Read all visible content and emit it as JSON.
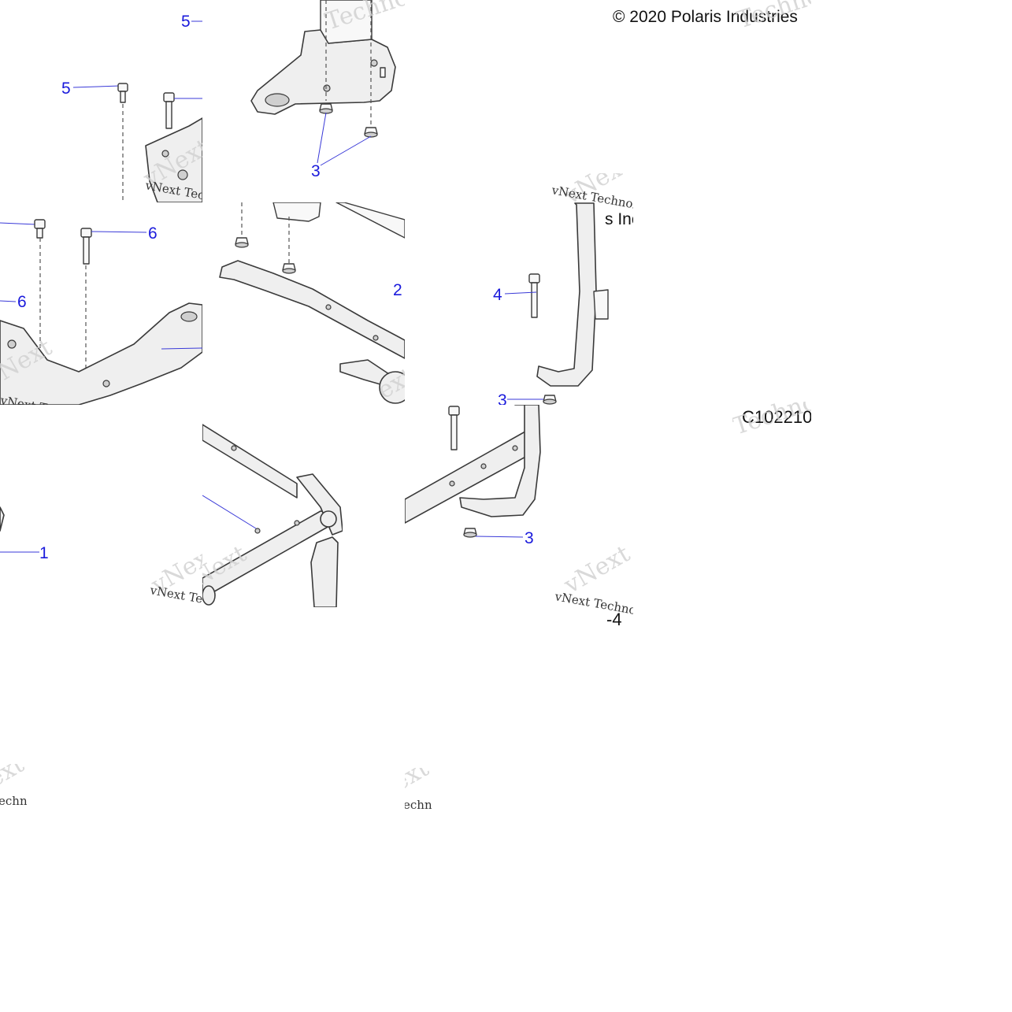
{
  "copyright": "© 2020 Polaris Industries",
  "copyright_tail": "s Inc.",
  "figure_code": "C102210",
  "figure_code_tail": "-4",
  "watermark": "vNext Technologies",
  "watermark_big": "Technologies",
  "watermark_small": "vNext",
  "watermark_frag_1": "Technolo",
  "watermark_frag_2": "ext",
  "watermark_frag_3": "echnolo",
  "callouts": {
    "c1": "1",
    "c2": "2",
    "c3a": "3",
    "c3b": "3",
    "c3c": "3",
    "c4": "4",
    "c5a": "5",
    "c5b": "5",
    "c6a": "6",
    "c6b": "6"
  }
}
